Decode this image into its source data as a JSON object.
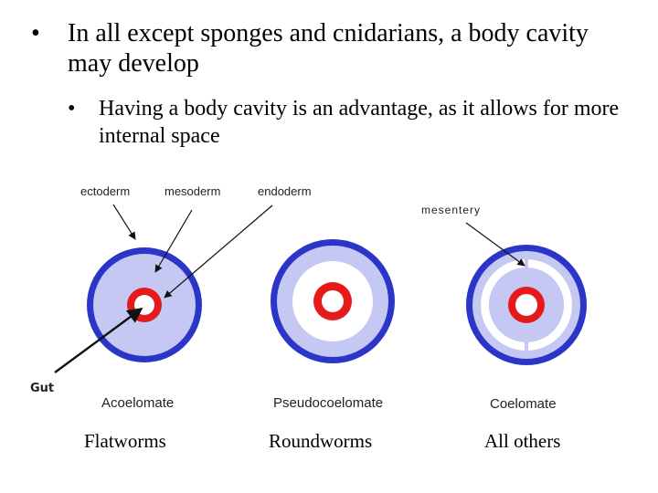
{
  "slide": {
    "bullet_main": {
      "marker": "•",
      "text": "In all except sponges and cnidarians, a body cavity may develop"
    },
    "bullet_sub": {
      "marker": "•",
      "text": "Having a body cavity is an advantage, as it allows for more internal space"
    }
  },
  "diagram": {
    "labels": {
      "ectoderm": "ectoderm",
      "mesoderm": "mesoderm",
      "endoderm": "endoderm",
      "mesentery": "mesentery",
      "gut": "Gut"
    },
    "types": [
      {
        "name": "Acoelomate",
        "group": "Flatworms"
      },
      {
        "name": "Pseudocoelomate",
        "group": "Roundworms"
      },
      {
        "name": "Coelomate",
        "group": "All others"
      }
    ],
    "colors": {
      "ectoderm": "#2b36c8",
      "mesoderm": "#c4c8f2",
      "endoderm": "#e51a1a",
      "cavity": "#ffffff",
      "arrow": "#111111"
    }
  }
}
